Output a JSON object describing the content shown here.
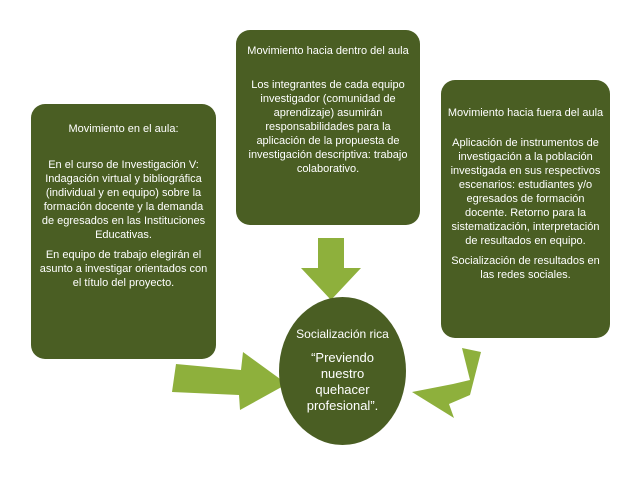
{
  "left_box": {
    "title": "Movimiento en el aula:",
    "paragraphs": [
      "En el curso de Investigación V: Indagación virtual y bibliográfica (individual y en equipo) sobre la formación docente y la demanda de egresados en las Instituciones Educativas.",
      "En equipo de trabajo elegirán el asunto a investigar orientados con el título del proyecto."
    ]
  },
  "top_box": {
    "title": "Movimiento hacia dentro del aula",
    "paragraphs": [
      "Los integrantes de cada equipo investigador (comunidad de aprendizaje) asumirán responsabilidades para la aplicación de la propuesta de investigación descriptiva: trabajo colaborativo."
    ]
  },
  "right_box": {
    "title": "Movimiento hacia fuera del aula",
    "paragraphs": [
      "Aplicación de instrumentos de investigación a la población investigada en sus respectivos escenarios: estudiantes y/o egresados de formación docente. Retorno para la sistematización, interpretación de resultados en equipo.",
      "Socialización de resultados en las redes sociales."
    ]
  },
  "center_circle": {
    "title": "Socialización rica",
    "quote": "“Previendo nuestro quehacer profesional”."
  },
  "colors": {
    "box_fill": "#4a5e23",
    "arrow_fill": "#8eb03c",
    "text": "#ffffff"
  }
}
